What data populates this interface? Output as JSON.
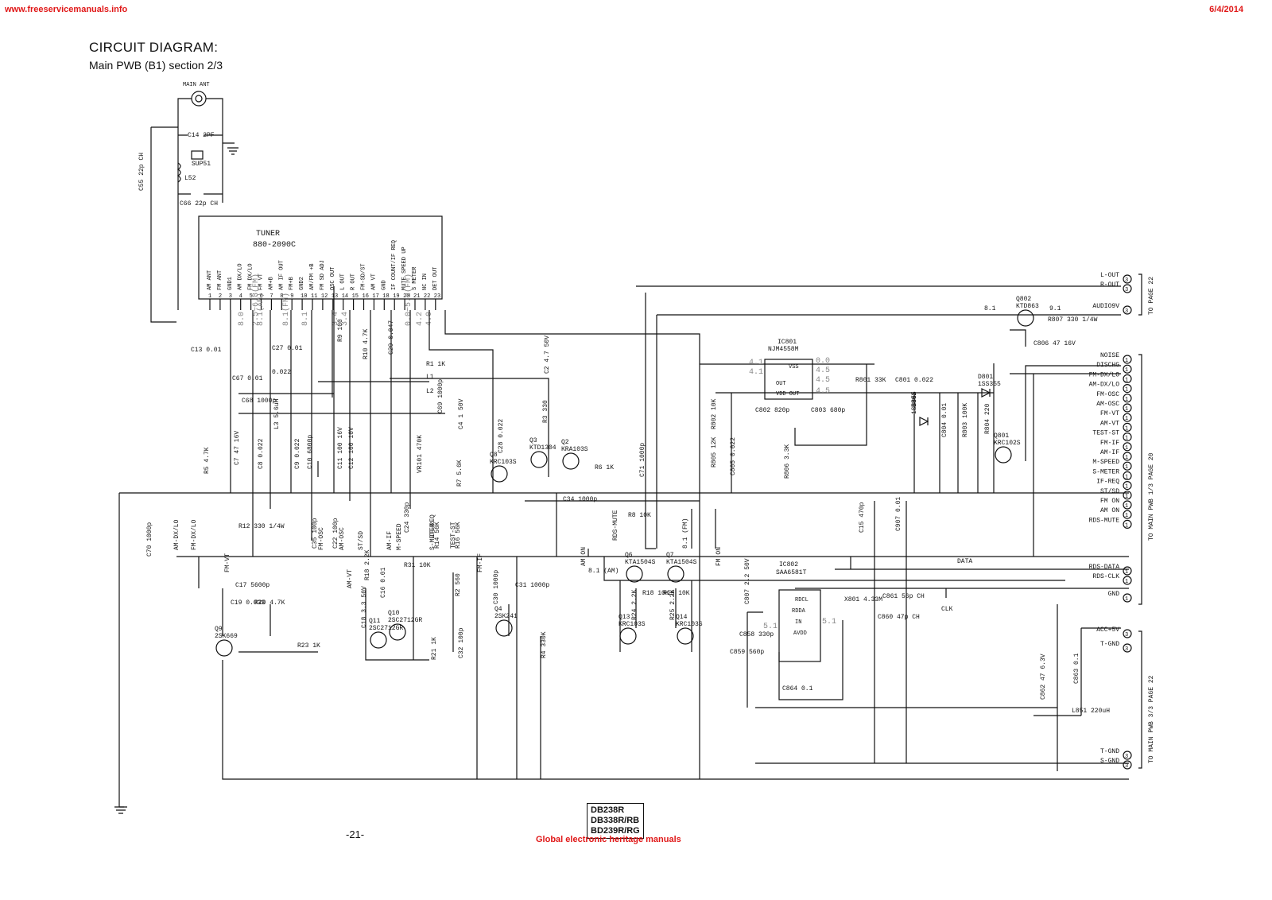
{
  "header": {
    "url": "www.freeservicemanuals.info",
    "date": "6/4/2014"
  },
  "title": "CIRCUIT DIAGRAM:",
  "subtitle": "Main PWB (B1) section 2/3",
  "antenna": {
    "label": "MAIN ANT"
  },
  "tuner": {
    "name": "TUNER",
    "part": "880-2090C",
    "pins": [
      "AM ANT",
      "FM ANT",
      "GND1",
      "AM DX/LO",
      "FM DX/LO",
      "FM VT",
      "AM+B",
      "AM IF OUT",
      "FM+B",
      "GND2",
      "AM/FM +B",
      "FM SD ADJ",
      "OSC OUT",
      "L OUT",
      "R OUT",
      "FM-SD/ST",
      "AM VT",
      "GND",
      "IF COUNT/IF REQ",
      "MUTE SPEED UP",
      "S METER",
      "NC IN",
      "DET OUT"
    ]
  },
  "pin_voltages": [
    "8.0",
    "2.5~6.8(FM)",
    "8.1(AM)",
    "8.1(FM)",
    "8.1",
    "3.4",
    "3.4",
    "0.0~5.2(FM)",
    "4.2",
    "4.0"
  ],
  "ic801": {
    "ref": "IC801",
    "part": "NJM4558M",
    "pins": [
      "VSS",
      "OUT",
      "VDD OUT"
    ],
    "voltages_in": [
      "4.1",
      "4.1"
    ],
    "voltages_out": [
      "0.0",
      "4.5",
      "4.5",
      "4.5"
    ]
  },
  "ic802": {
    "ref": "IC802",
    "part": "SAA6581T",
    "pins": [
      "RDCL",
      "RDDA",
      "IN",
      "AVDD"
    ],
    "voltages": [
      "5.1",
      "5.1"
    ]
  },
  "transistors": [
    {
      "ref": "Q802",
      "part": "KTD863"
    },
    {
      "ref": "Q801",
      "part": "KRC102S"
    },
    {
      "ref": "Q8",
      "part": "KRC103S"
    },
    {
      "ref": "Q2",
      "part": "KRA103S"
    },
    {
      "ref": "Q3",
      "part": "KTD1304"
    },
    {
      "ref": "Q6",
      "part": "KTA1504S"
    },
    {
      "ref": "Q7",
      "part": "KTA1504S"
    },
    {
      "ref": "Q13",
      "part": "KRC103S"
    },
    {
      "ref": "Q14",
      "part": "KRC103S"
    },
    {
      "ref": "Q9",
      "part": "2SK669"
    },
    {
      "ref": "Q10",
      "part": "2SC2712GR"
    },
    {
      "ref": "Q11",
      "part": "2SC2712GR"
    },
    {
      "ref": "Q4",
      "part": "2SK241"
    }
  ],
  "diodes": [
    {
      "ref": "D801",
      "part": "1SS355"
    },
    {
      "ref": "D802",
      "part": "1SS355"
    }
  ],
  "components": [
    "C14 2PF",
    "SUP51",
    "L52",
    "C55 22p CH",
    "C66 22p CH",
    "C13 0.01",
    "C27 0.01",
    "0.022",
    "C67 0.01",
    "C68 1000p",
    "L3 5.6uH",
    "R1 1K",
    "L1",
    "L2",
    "C2 4.7 50V",
    "C69 1000p",
    "C4 1 50V",
    "R3 330",
    "R9 100",
    "R10 4.7K",
    "C29 0.047",
    "C7 47 16V",
    "C8 0.022",
    "C9 0.022",
    "C10 6800p",
    "C11 100 16V",
    "C12 100 10V",
    "R5 4.7K",
    "VR101 470K",
    "R7 5.6K",
    "C28 0.022",
    "R6 1K",
    "C71 1000p",
    "C34 1000p",
    "R8 10K",
    "C35 100p",
    "C22 100p",
    "C24 330p",
    "R14 56K",
    "R16 56K",
    "R12 330 1/4W",
    "C70 1000p",
    "C17 5600p",
    "C19 0.033",
    "R20 4.7K",
    "R23 1K",
    "R31 10K",
    "R18 2.2K",
    "C18 3.3 50V",
    "C16 0.01",
    "R21 1K",
    "R2 560",
    "C30 1000p",
    "C31 1000p",
    "C32 100p",
    "R4 330K",
    "R18 10K",
    "R19 10K",
    "R24 2.2K",
    "R25 2.2K",
    "C807 2.2 50V",
    "C858 330p",
    "C859 560p",
    "X801 4.33M",
    "C861 56p CH",
    "C860 47p CH",
    "C864 0.1",
    "C801 0.022",
    "R801 33K",
    "C802 820p",
    "C803 680p",
    "R802 10K",
    "R805 12K",
    "C805 0.022",
    "R806 3.3K",
    "C804 0.01",
    "R803 100K",
    "R804 220",
    "R807 330 1/4W",
    "C806 47 16V",
    "C15 470p",
    "C907 0.01",
    "C862 47 6.3V",
    "C863 0.1",
    "L851 220uH"
  ],
  "nets": [
    "FM-DX/LO",
    "AM-DX/LO",
    "FM-OSC",
    "AM-OSC",
    "FM-VT",
    "AM-VT",
    "ST/SD",
    "AM-IF",
    "M-SPEED",
    "S-METER",
    "IF-REQ",
    "TEST-ST",
    "RDS-MUTE",
    "FM-IF",
    "AM ON",
    "FM ON",
    "8.1 (AM)",
    "8.1 (FM)",
    "DATA",
    "CLK",
    "9.1",
    "8.1"
  ],
  "connector_top": {
    "signals": [
      "L-OUT",
      "R-OUT",
      "AUDIO9V"
    ],
    "pins": [
      "3",
      "3",
      "3"
    ],
    "destination": "TO PAGE 22"
  },
  "connector_right": {
    "signals": [
      "NOISE",
      "DISCHG",
      "FM-DX/LO",
      "AM-DX/LO",
      "FM-OSC",
      "AM-OSC",
      "FM-VT",
      "AM-VT",
      "TEST-ST",
      "FM-IF",
      "AM-IF",
      "M-SPEED",
      "S-METER",
      "IF-REQ",
      "ST/SD",
      "FM ON",
      "AM ON",
      "RDS-MUTE",
      "RDS-DATA",
      "RDS-CLK",
      "GND"
    ],
    "pins": [
      "1",
      "1",
      "1",
      "1",
      "1",
      "1",
      "1",
      "1",
      "1",
      "1",
      "1",
      "1",
      "1",
      "1",
      "1",
      "1",
      "1",
      "1",
      "1",
      "1",
      "1"
    ],
    "destination": "TO MAIN PWB 1/3 PAGE 20"
  },
  "connector_bottom": {
    "signals": [
      "ACC+5V",
      "T-GND",
      "T-GND",
      "S-GND"
    ],
    "pins": [
      "3",
      "3",
      "3",
      "3"
    ],
    "destination": "TO MAIN PWB 3/3 PAGE 22"
  },
  "page_number": "-21-",
  "models": [
    "DB238R",
    "DB338R/RB",
    "BD239R/RG"
  ],
  "footer": "Global electronic heritage manuals"
}
